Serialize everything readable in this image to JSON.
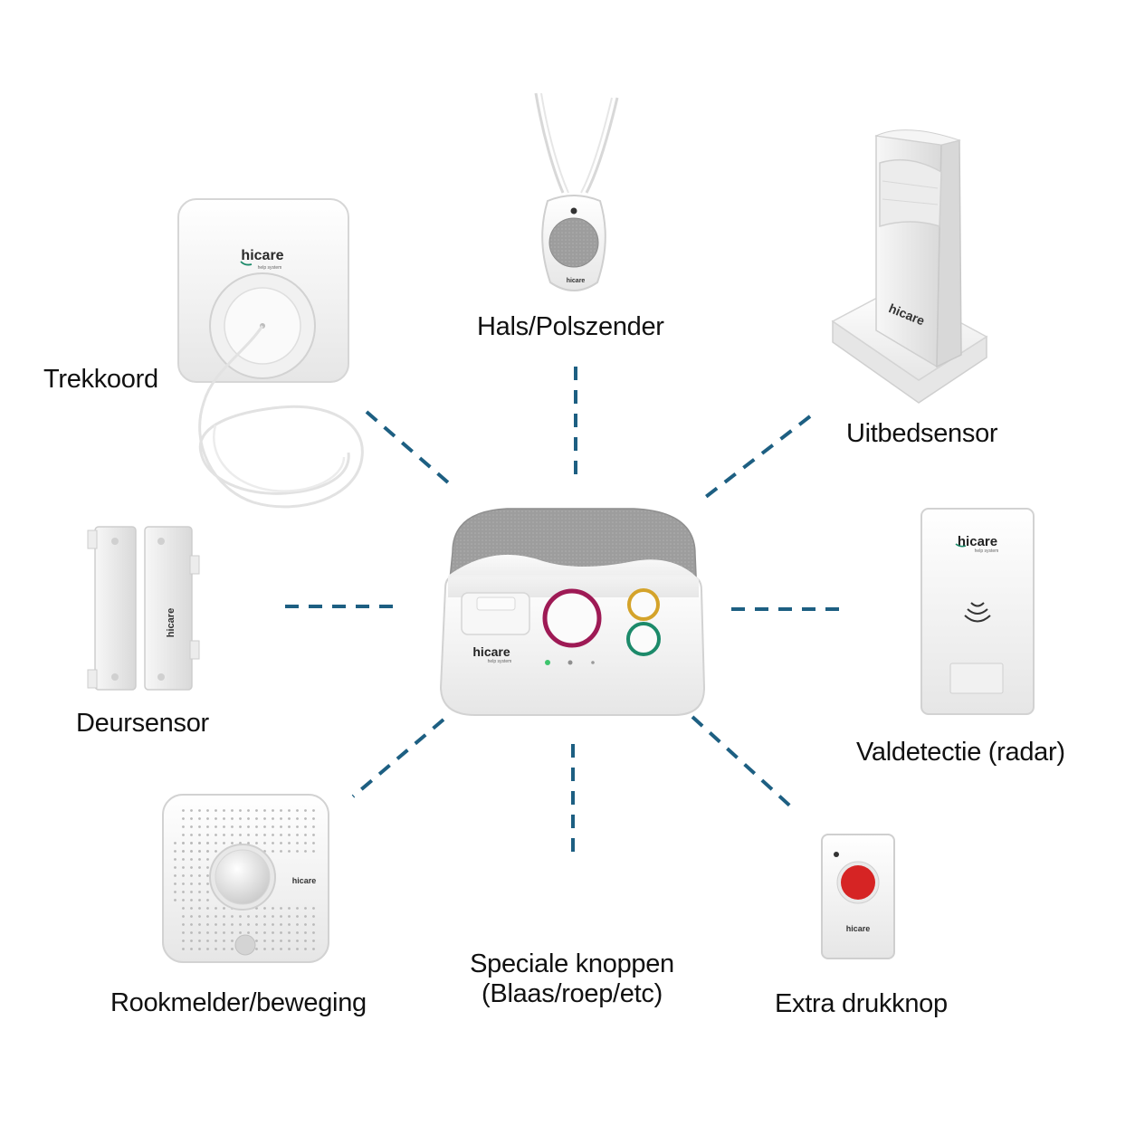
{
  "brand": {
    "name": "hicare",
    "tagline": "help system"
  },
  "hub": {
    "name": "hub-device"
  },
  "devices": [
    {
      "id": "trekkoord",
      "label": "Trekkoord",
      "icon": "pull-cord-device"
    },
    {
      "id": "hals",
      "label": "Hals/Polszender",
      "icon": "pendant-transmitter-device"
    },
    {
      "id": "uitbed",
      "label": "Uitbedsensor",
      "icon": "bed-exit-sensor-device"
    },
    {
      "id": "deur",
      "label": "Deursensor",
      "icon": "door-sensor-device"
    },
    {
      "id": "val",
      "label": "Valdetectie (radar)",
      "icon": "radar-fall-detector-device"
    },
    {
      "id": "rook",
      "label": "Rookmelder/beweging",
      "icon": "smoke-motion-detector-device"
    },
    {
      "id": "speciaal",
      "label_line1": "Speciale knoppen",
      "label_line2": "(Blaas/roep/etc)"
    },
    {
      "id": "extra",
      "label": "Extra drukknop",
      "icon": "push-button-device"
    }
  ],
  "colors": {
    "connector": "#1d5f82",
    "ring_magenta": "#9e1a55",
    "ring_yellow": "#d4a32a",
    "ring_green": "#1c8a6a",
    "button_red": "#d62424",
    "speaker_grey": "#9c9c9c",
    "device_white": "#f4f4f4",
    "led_green": "#3ec46d"
  }
}
